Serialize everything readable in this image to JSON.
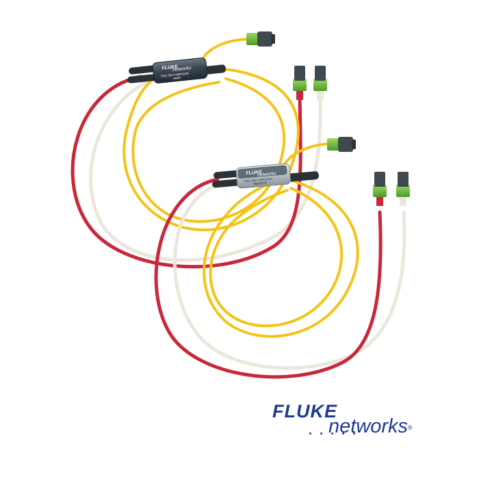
{
  "colors": {
    "yellow_cable": "#f3c417",
    "red_cable": "#c8283a",
    "white_cable": "#ece7dc",
    "connector_green": "#7cc243",
    "connector_dark": "#3f4a50",
    "brand_blue": "#1f3a93"
  },
  "main_splitter": {
    "brand_top": "FLUKE",
    "brand_bottom": "networks",
    "model": "TRC-SM-Y-MPO24P-",
    "role": "MAIN"
  },
  "remote_splitter": {
    "brand_top": "FLUKE",
    "brand_bottom": "networks",
    "model": "TRC-SM-Y-MPO24P-",
    "role": "REMOTE"
  },
  "logo": {
    "line1": "FLUKE",
    "line2": "networks",
    "registered": "®"
  }
}
